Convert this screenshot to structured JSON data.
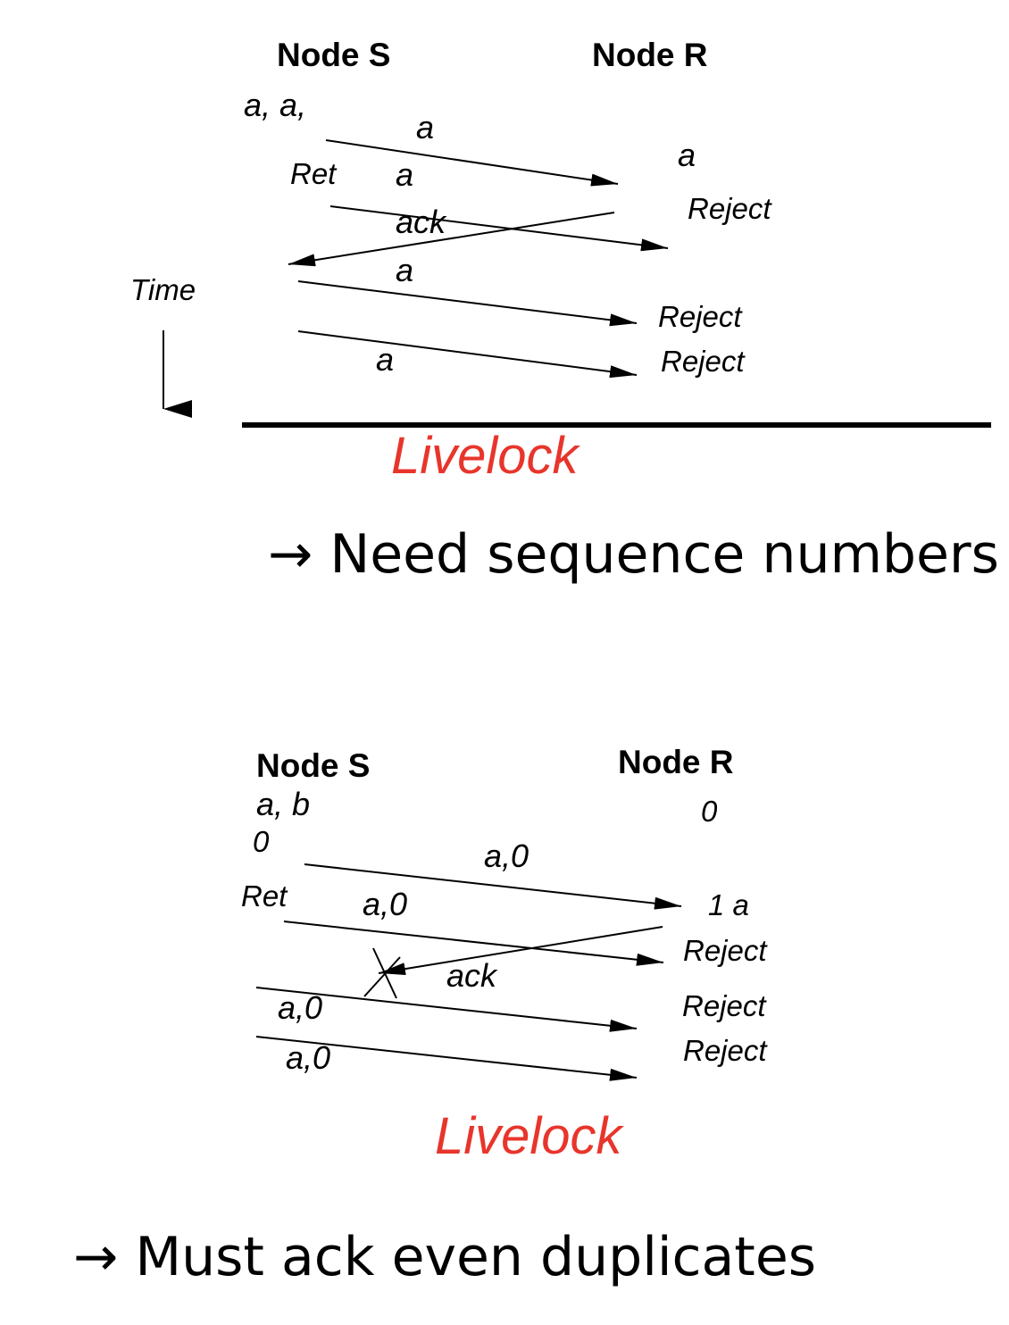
{
  "colors": {
    "livelock": "#e8352b",
    "ink": "#000000"
  },
  "diagram1": {
    "sender_header": "Node S",
    "receiver_header": "Node R",
    "sender_queue": "a, a,",
    "retransmit_label": "Ret",
    "time_label": "Time",
    "messages": [
      {
        "label": "a"
      },
      {
        "label": "a"
      },
      {
        "label": "ack"
      },
      {
        "label": "a"
      },
      {
        "label": "a"
      }
    ],
    "receiver_events": [
      "a",
      "Reject",
      "Reject",
      "Reject"
    ],
    "result": "Livelock",
    "conclusion": "→ Need sequence numbers"
  },
  "diagram2": {
    "sender_header": "Node S",
    "receiver_header": "Node R",
    "sender_queue": "a, b",
    "sender_seq": "0",
    "receiver_seq": "0",
    "retransmit_label": "Ret",
    "messages": [
      {
        "label": "a,0"
      },
      {
        "label": "a,0"
      },
      {
        "label": "ack"
      },
      {
        "label": "a,0"
      },
      {
        "label": "a,0"
      }
    ],
    "receiver_events": [
      "1 a",
      "Reject",
      "Reject",
      "Reject"
    ],
    "result": "Livelock",
    "conclusion": "→ Must ack even duplicates"
  }
}
